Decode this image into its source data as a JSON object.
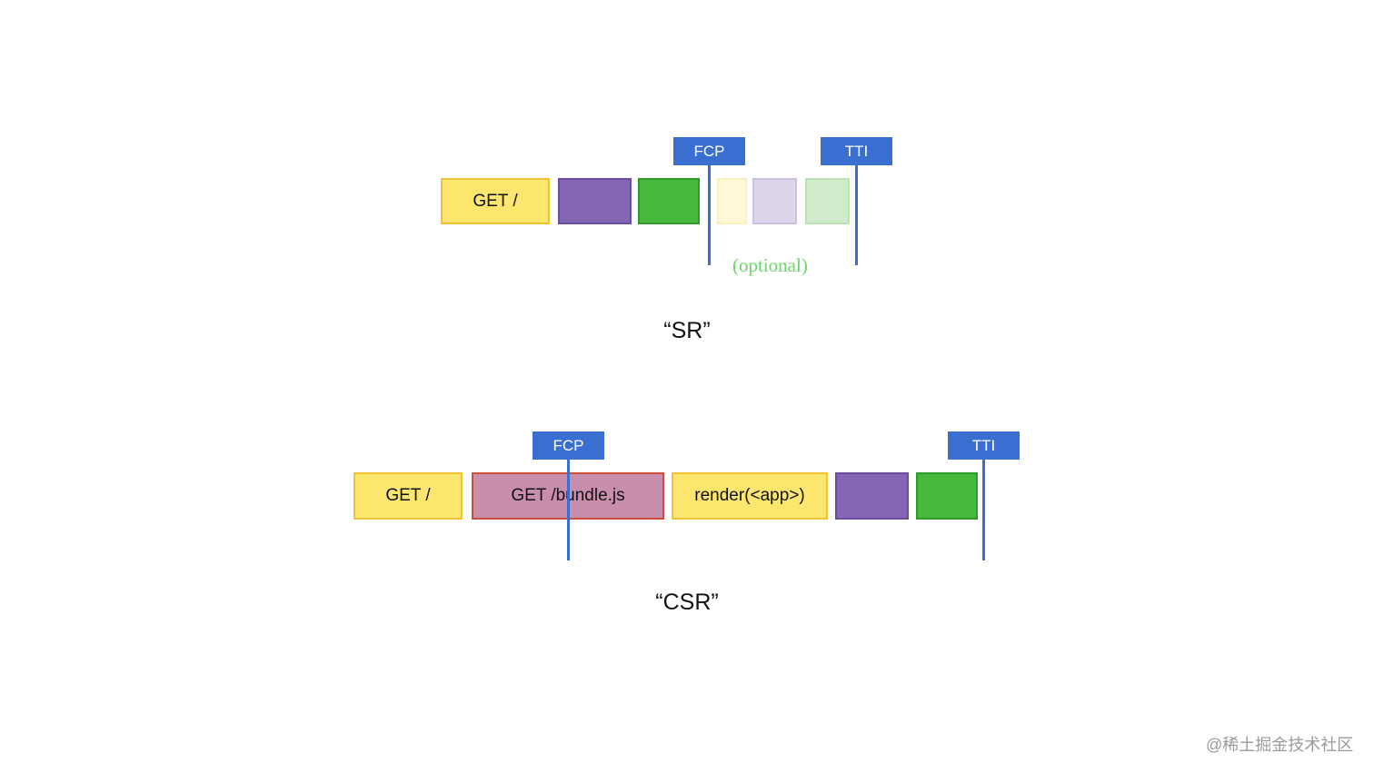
{
  "sr": {
    "get_label": "GET /",
    "fcp_label": "FCP",
    "tti_label": "TTI",
    "optional_label": "(optional)",
    "caption": "“SR”"
  },
  "csr": {
    "get_label": "GET /",
    "bundle_label": "GET /bundle.js",
    "render_label": "render(<app>)",
    "fcp_label": "FCP",
    "tti_label": "TTI",
    "caption": "“CSR”"
  },
  "watermark": "@稀土掘金技术社区",
  "colors": {
    "request": "#fde66e",
    "script": "#8466b5",
    "paint": "#46b83c",
    "bundle": "#c98eab",
    "marker": "#3a6fd1",
    "optional_text": "#6cd66a"
  }
}
